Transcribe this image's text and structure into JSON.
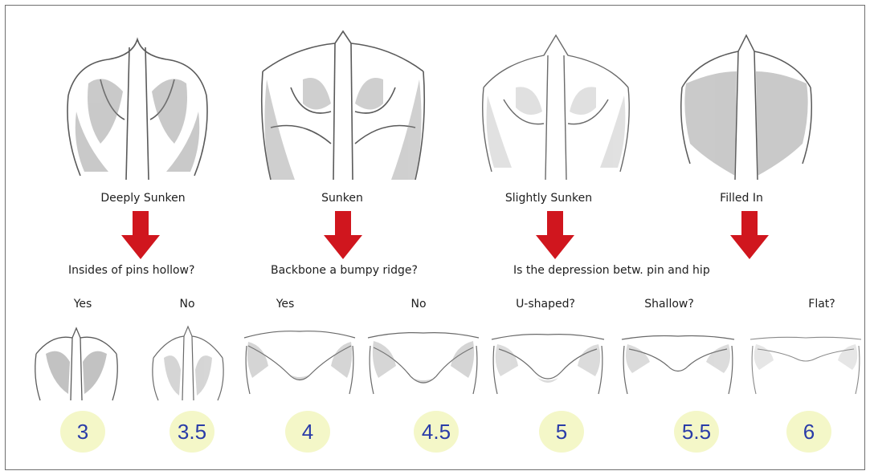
{
  "categories": [
    {
      "label": "Deeply Sunken"
    },
    {
      "label": "Sunken"
    },
    {
      "label": "Slightly Sunken"
    },
    {
      "label": "Filled In"
    }
  ],
  "questions": [
    {
      "text": "Insides of pins hollow?"
    },
    {
      "text": "Backbone a bumpy ridge?"
    },
    {
      "text": "Is the depression betw. pin and hip"
    }
  ],
  "answers": [
    {
      "text": "Yes"
    },
    {
      "text": "No"
    },
    {
      "text": "Yes"
    },
    {
      "text": "No"
    },
    {
      "text": "U-shaped?"
    },
    {
      "text": "Shallow?"
    },
    {
      "text": "Flat?"
    }
  ],
  "scores": [
    {
      "value": "3"
    },
    {
      "value": "3.5"
    },
    {
      "value": "4"
    },
    {
      "value": "4.5"
    },
    {
      "value": "5"
    },
    {
      "value": "5.5"
    },
    {
      "value": "6"
    }
  ],
  "colors": {
    "arrow": "#d0161e",
    "badge": "#f4f7c8",
    "score_text": "#2a3ca8",
    "border": "#6f6f6f",
    "sketch": "#555555"
  }
}
